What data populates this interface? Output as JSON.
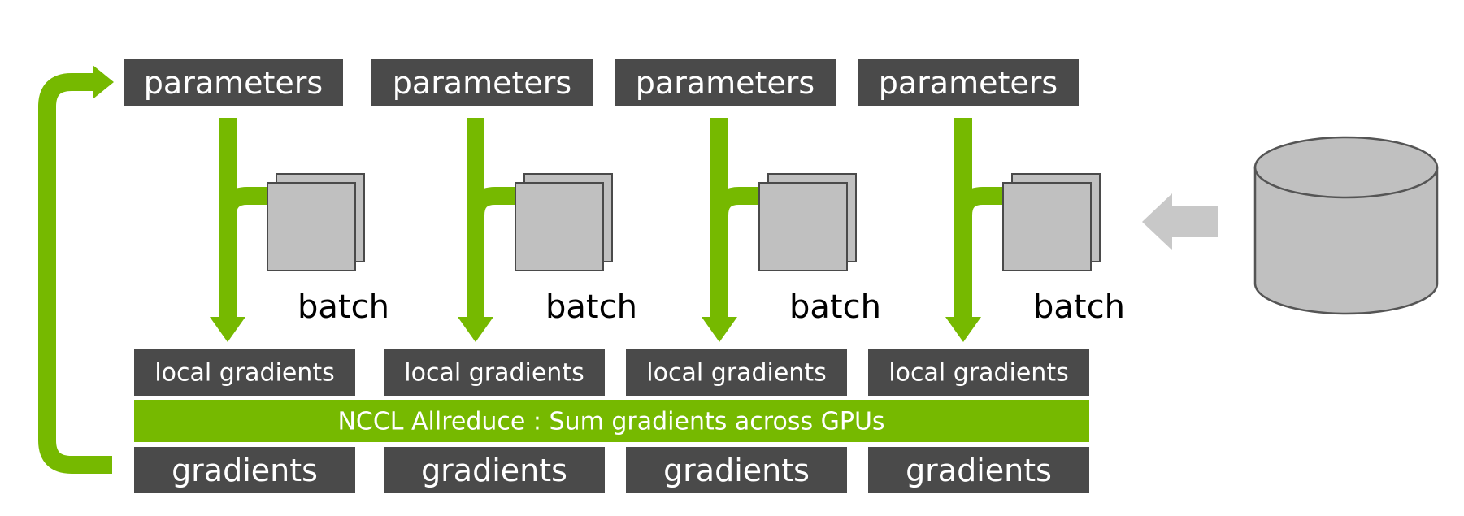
{
  "colors": {
    "dark_box": "#4a4a4a",
    "accent_green": "#76b900",
    "batch_fill": "#c0c0c0",
    "batch_stroke": "#4a4a4a",
    "input_arrow": "#c8c8c8",
    "database_fill": "#c0c0c0",
    "database_stroke": "#555555"
  },
  "icons": {
    "feedback": "loop-arrow-icon",
    "input": "left-arrow-icon",
    "storage": "database-icon",
    "batch": "stacked-pages-icon"
  },
  "workers": [
    {
      "parameters": "parameters",
      "batch": "batch",
      "local_gradients": "local gradients",
      "gradients": "gradients"
    },
    {
      "parameters": "parameters",
      "batch": "batch",
      "local_gradients": "local gradients",
      "gradients": "gradients"
    },
    {
      "parameters": "parameters",
      "batch": "batch",
      "local_gradients": "local gradients",
      "gradients": "gradients"
    },
    {
      "parameters": "parameters",
      "batch": "batch",
      "local_gradients": "local gradients",
      "gradients": "gradients"
    }
  ],
  "allreduce": {
    "label": "NCCL Allreduce : Sum gradients across GPUs"
  }
}
